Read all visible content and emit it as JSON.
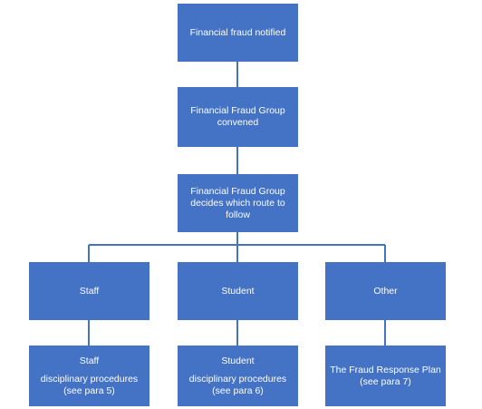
{
  "diagram": {
    "colors": {
      "box_fill": "#4472c4",
      "box_text": "#ffffff",
      "connector": "#4472c4",
      "background": "#ffffff"
    },
    "nodes": {
      "notified": {
        "text": "Financial fraud notified"
      },
      "convened": {
        "line1": "Financial Fraud Group",
        "line2": "convened"
      },
      "decides": {
        "line1": "Financial Fraud Group",
        "line2": "decides which route to",
        "line3": "follow"
      },
      "staff": {
        "text": "Staff"
      },
      "student": {
        "text": "Student"
      },
      "other": {
        "text": "Other"
      },
      "staff_procedures": {
        "line1": "Staff",
        "line2": "disciplinary procedures",
        "line3": "(see para 5)"
      },
      "student_procedures": {
        "line1": "Student",
        "line2": "disciplinary procedures",
        "line3": "(see para 6)"
      },
      "fraud_response_plan": {
        "line1": "The Fraud Response Plan",
        "line2": "(see para 7)"
      }
    },
    "edges": [
      {
        "from": "notified",
        "to": "convened"
      },
      {
        "from": "convened",
        "to": "decides"
      },
      {
        "from": "decides",
        "to": "staff"
      },
      {
        "from": "decides",
        "to": "student"
      },
      {
        "from": "decides",
        "to": "other"
      },
      {
        "from": "staff",
        "to": "staff_procedures"
      },
      {
        "from": "student",
        "to": "student_procedures"
      },
      {
        "from": "other",
        "to": "fraud_response_plan"
      }
    ]
  }
}
